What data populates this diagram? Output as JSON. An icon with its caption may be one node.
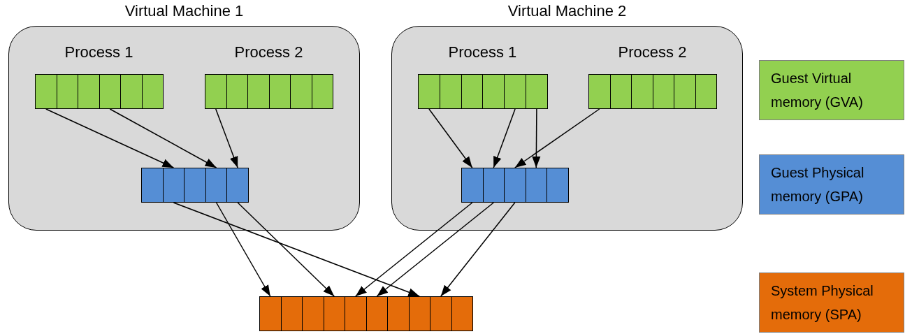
{
  "diagram": {
    "nodes": [
      {
        "text": [
          "Virtual Machine 1"
        ]
      },
      {
        "text": [
          "Process 1"
        ],
        "in": 0
      },
      {
        "text": [],
        "shape": "box",
        "in": 1
      },
      {
        "text": [],
        "shape": "box",
        "in": 1
      },
      {
        "text": [],
        "shape": "box",
        "in": 1
      },
      {
        "text": [],
        "shape": "box",
        "in": 1
      },
      {
        "text": [],
        "shape": "box",
        "in": 1
      },
      {
        "text": [],
        "shape": "box",
        "in": 1
      },
      {
        "text": [
          "Process 2"
        ],
        "in": 0
      },
      {
        "text": [],
        "shape": "box",
        "in": 8
      },
      {
        "text": [],
        "shape": "box",
        "in": 8
      },
      {
        "text": [],
        "shape": "box",
        "in": 8
      },
      {
        "text": [],
        "shape": "box",
        "in": 8
      },
      {
        "text": [],
        "shape": "box",
        "in": 8
      },
      {
        "text": [],
        "shape": "box",
        "in": 8
      },
      {
        "text": [],
        "shape": "box",
        "in": 0
      },
      {
        "text": [],
        "shape": "box",
        "in": 0
      },
      {
        "text": [],
        "shape": "box",
        "in": 0
      },
      {
        "text": [],
        "shape": "box",
        "in": 0
      },
      {
        "text": [],
        "shape": "box",
        "in": 0
      },
      {
        "text": [
          "Virtual Machine 2"
        ]
      },
      {
        "text": [
          "Process 1"
        ],
        "in": 20
      },
      {
        "text": [],
        "shape": "box",
        "in": 21
      },
      {
        "text": [],
        "shape": "box",
        "in": 21
      },
      {
        "text": [],
        "shape": "box",
        "in": 21
      },
      {
        "text": [],
        "shape": "box",
        "in": 21
      },
      {
        "text": [],
        "shape": "box",
        "in": 21
      },
      {
        "text": [],
        "shape": "box",
        "in": 21
      },
      {
        "text": [
          "Process 2"
        ],
        "in": 20
      },
      {
        "text": [],
        "shape": "box",
        "in": 28
      },
      {
        "text": [],
        "shape": "box",
        "in": 28
      },
      {
        "text": [],
        "shape": "box",
        "in": 28
      },
      {
        "text": [],
        "shape": "box",
        "in": 28
      },
      {
        "text": [],
        "shape": "box",
        "in": 28
      },
      {
        "text": [],
        "shape": "box",
        "in": 28
      },
      {
        "text": [],
        "shape": "box",
        "in": 20
      },
      {
        "text": [],
        "shape": "box",
        "in": 20
      },
      {
        "text": [],
        "shape": "box",
        "in": 20
      },
      {
        "text": [],
        "shape": "box",
        "in": 20
      },
      {
        "text": [],
        "shape": "box",
        "in": 20
      },
      {
        "text": [],
        "shape": "box"
      },
      {
        "text": [],
        "shape": "box"
      },
      {
        "text": [],
        "shape": "box"
      },
      {
        "text": [],
        "shape": "box"
      },
      {
        "text": [],
        "shape": "box"
      },
      {
        "text": [],
        "shape": "box"
      },
      {
        "text": [],
        "shape": "box"
      },
      {
        "text": [],
        "shape": "box"
      },
      {
        "text": [],
        "shape": "box"
      },
      {
        "text": [],
        "shape": "box"
      }
    ],
    "edges": [
      {
        "from": 2,
        "to": 16,
        "arrow": "to"
      },
      {
        "from": 5,
        "to": 18,
        "arrow": "to"
      },
      {
        "from": 9,
        "to": 19,
        "arrow": "to"
      },
      {
        "from": 16,
        "to": 47,
        "arrow": "to"
      },
      {
        "from": 18,
        "to": 40,
        "arrow": "to"
      },
      {
        "from": 19,
        "to": 43,
        "arrow": "to"
      },
      {
        "from": 22,
        "to": 35,
        "arrow": "to"
      },
      {
        "from": 26,
        "to": 36,
        "arrow": "to"
      },
      {
        "from": 27,
        "to": 38,
        "arrow": "to"
      },
      {
        "from": 29,
        "to": 37,
        "arrow": "to"
      },
      {
        "from": 35,
        "to": 44,
        "arrow": "to"
      },
      {
        "from": 36,
        "to": 45,
        "arrow": "to"
      },
      {
        "from": 37,
        "to": 48,
        "arrow": "to"
      }
    ],
    "legend": [
      {
        "text": "Guest Virtual memory (GVA)",
        "color": "#92d050"
      },
      {
        "text": "Guest Physical memory (GPA)",
        "color": "#558ed5"
      },
      {
        "text": "System Physical memory (SPA)",
        "color": "#e46c0a"
      }
    ]
  }
}
